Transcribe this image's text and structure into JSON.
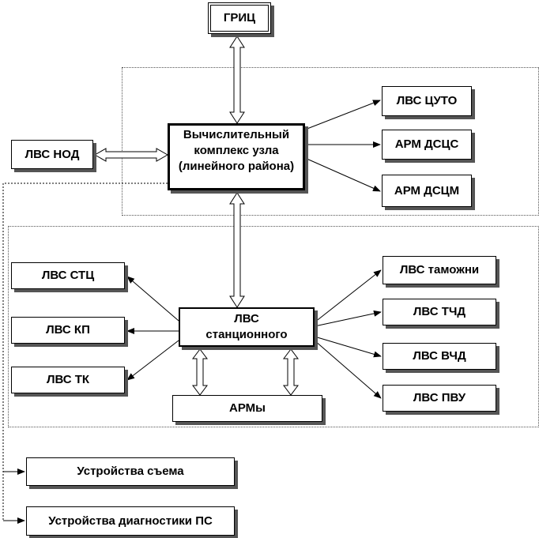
{
  "nodes": {
    "gric": "ГРИЦ",
    "vk_uzla": "Вычислительный комплекс узла (линейного района)",
    "lvs_nod": "ЛВС НОД",
    "lvs_cuto": "ЛВС ЦУТО",
    "arm_dscs": "АРМ ДСЦС",
    "arm_dscm": "АРМ ДСЦМ",
    "lvs_station": "ЛВС станционного",
    "lvs_stc": "ЛВС СТЦ",
    "lvs_kp": "ЛВС КП",
    "lvs_tk": "ЛВС ТК",
    "lvs_customs": "ЛВС таможни",
    "lvs_tchd": "ЛВС ТЧД",
    "lvs_vchd": "ЛВС ВЧД",
    "lvs_pvu": "ЛВС ПВУ",
    "arms": "АРМы",
    "dev_read": "Устройства съема",
    "dev_diag": "Устройства диагностики ПС"
  },
  "colors": {
    "line": "#000000",
    "shadow": "#555555",
    "region": "#555555"
  }
}
